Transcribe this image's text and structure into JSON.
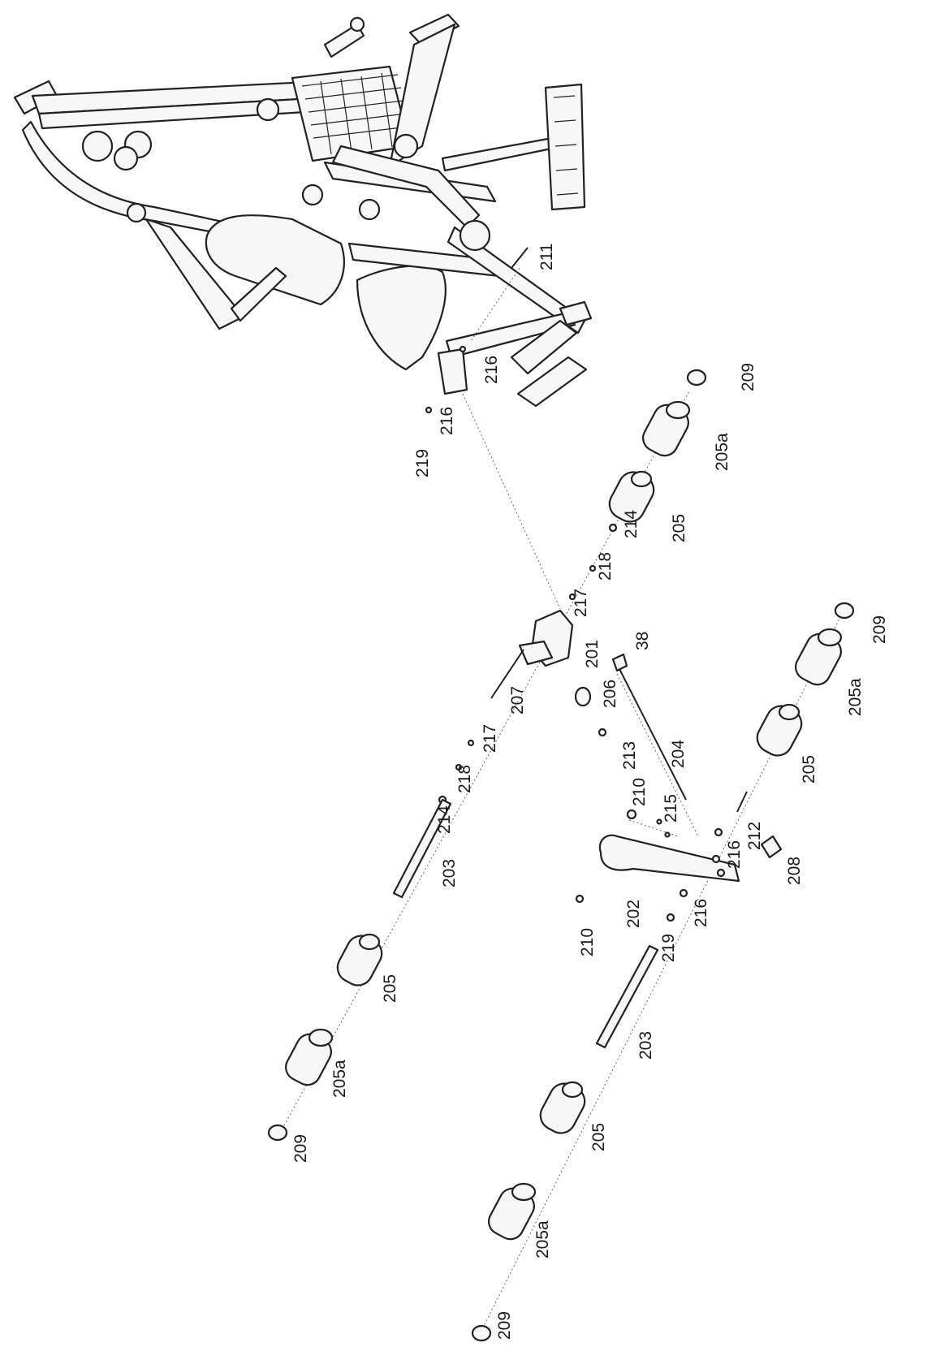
{
  "diagram": {
    "labels": [
      {
        "key": "p211",
        "text": "211"
      },
      {
        "key": "p216_top_a",
        "text": "216"
      },
      {
        "key": "p216_top_b",
        "text": "216"
      },
      {
        "key": "p219_top",
        "text": "219"
      },
      {
        "key": "p209_a",
        "text": "209"
      },
      {
        "key": "p205a_a",
        "text": "205a"
      },
      {
        "key": "p205_a",
        "text": "205"
      },
      {
        "key": "p214_a",
        "text": "214"
      },
      {
        "key": "p218_a",
        "text": "218"
      },
      {
        "key": "p217_a",
        "text": "217"
      },
      {
        "key": "p201",
        "text": "201"
      },
      {
        "key": "p206",
        "text": "206"
      },
      {
        "key": "p38",
        "text": "38"
      },
      {
        "key": "p209_b",
        "text": "209"
      },
      {
        "key": "p205a_b",
        "text": "205a"
      },
      {
        "key": "p205_b",
        "text": "205"
      },
      {
        "key": "p213",
        "text": "213"
      },
      {
        "key": "p207",
        "text": "207"
      },
      {
        "key": "p217_b",
        "text": "217"
      },
      {
        "key": "p218_b",
        "text": "218"
      },
      {
        "key": "p214_b",
        "text": "214"
      },
      {
        "key": "p204",
        "text": "204"
      },
      {
        "key": "p210_a",
        "text": "210"
      },
      {
        "key": "p215",
        "text": "215"
      },
      {
        "key": "p212",
        "text": "212"
      },
      {
        "key": "p216_b",
        "text": "216"
      },
      {
        "key": "p208",
        "text": "208"
      },
      {
        "key": "p203_a",
        "text": "203"
      },
      {
        "key": "p202",
        "text": "202"
      },
      {
        "key": "p216_c",
        "text": "216"
      },
      {
        "key": "p210_b",
        "text": "210"
      },
      {
        "key": "p219_b",
        "text": "219"
      },
      {
        "key": "p205_c",
        "text": "205"
      },
      {
        "key": "p205a_c",
        "text": "205a"
      },
      {
        "key": "p209_c",
        "text": "209"
      },
      {
        "key": "p203_b",
        "text": "203"
      },
      {
        "key": "p205_d",
        "text": "205"
      },
      {
        "key": "p205a_d",
        "text": "205a"
      },
      {
        "key": "p209_d",
        "text": "209"
      }
    ]
  }
}
